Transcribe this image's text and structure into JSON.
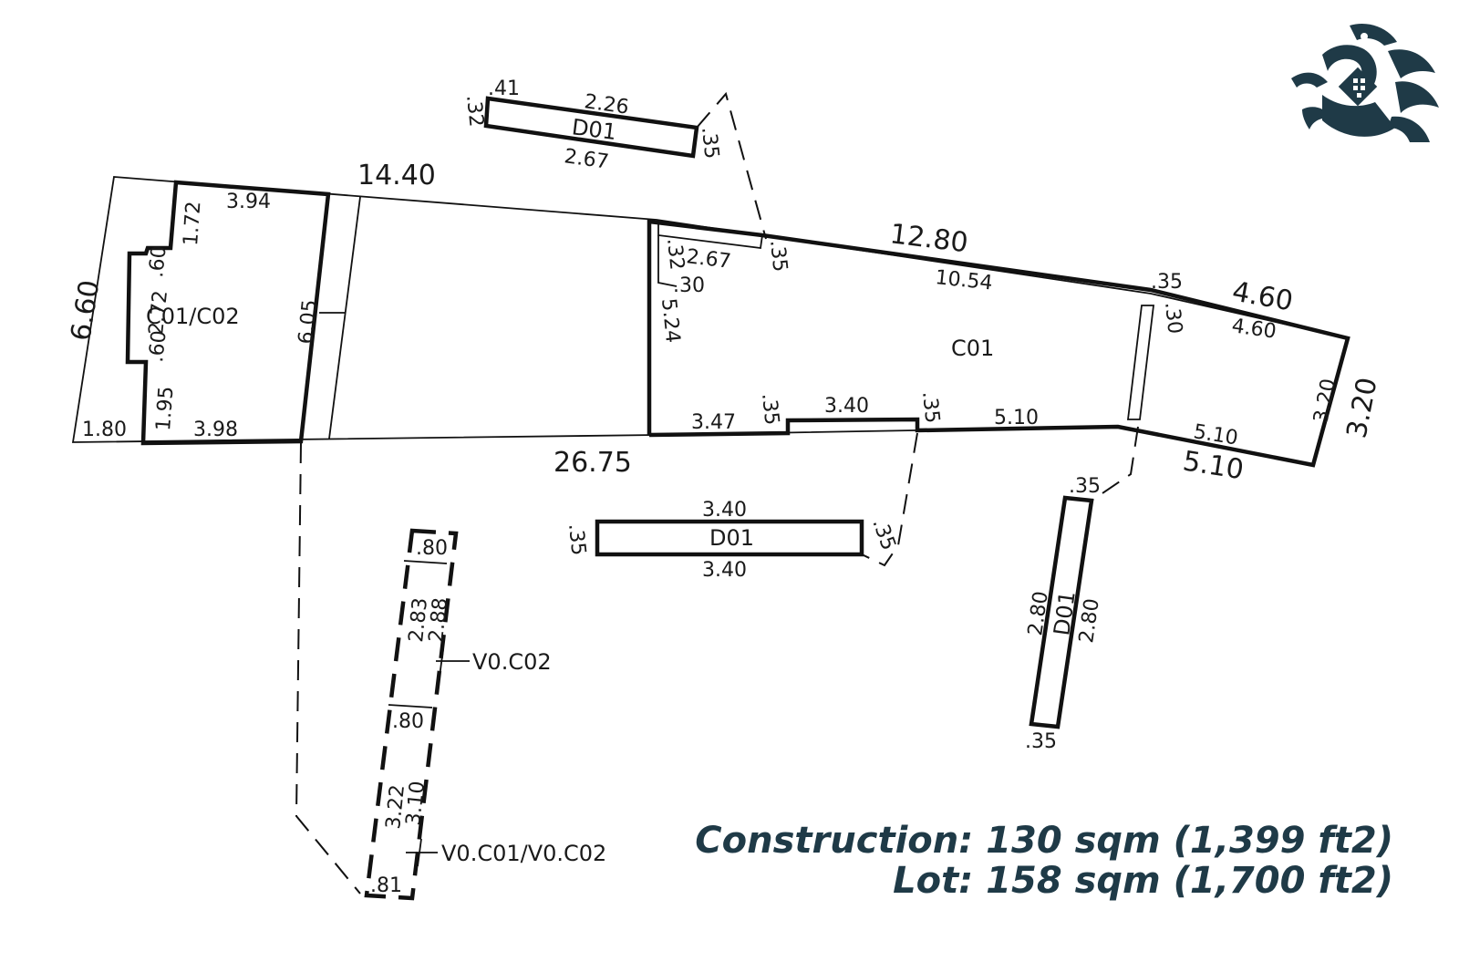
{
  "colors": {
    "brand": "#1f3a47",
    "line": "#111111"
  },
  "logo": {
    "icon": "bird-emblem-icon"
  },
  "summary": {
    "construction": "Construction: 130 sqm (1,399 ft2)",
    "lot": "Lot: 158 sqm (1,700 ft2)"
  },
  "rooms": {
    "c01_c02": "C01/C02",
    "c01": "C01",
    "d01_top": "D01",
    "d01_mid": "D01",
    "d01_right": "D01",
    "vo_c02": "V0.C02",
    "vo_c01_c02": "V0.C01/V0.C02"
  },
  "dims": {
    "d_6_60": "6.60",
    "d_14_40": "14.40",
    "d_12_80": "12.80",
    "d_26_75": "26.75",
    "d_4_60_outer": "4.60",
    "d_4_60_inner": "4.60",
    "d_3_20_outer": "3.20",
    "d_3_20_inner": "3.20",
    "d_5_10_outer": "5.10",
    "d_5_10_inner": "5.10",
    "d_5_10_mid": "5.10",
    "d_3_94": "3.94",
    "d_1_72": "1.72",
    "d_60_a": ".60",
    "d_2_72": "2.72",
    "d_60_b": ".60",
    "d_1_95": "1.95",
    "d_1_80": "1.80",
    "d_3_98": "3.98",
    "d_6_05": "6.05",
    "d_10_54": "10.54",
    "d_2_67_wall": "2.67",
    "d_32_wall": ".32",
    "d_30_wall": ".30",
    "d_35_wall": ".35",
    "d_5_24": "5.24",
    "d_35_top_right": ".35",
    "d_30_right": ".30",
    "d_3_47": "3.47",
    "d_35_low_a": ".35",
    "d_3_40_low": "3.40",
    "d_35_low_b": ".35",
    "d_41": ".41",
    "d_2_26": "2.26",
    "d_32_top": ".32",
    "d_2_67_top": "2.67",
    "d_35_top": ".35",
    "d_3_40_a": "3.40",
    "d_3_40_b": "3.40",
    "d_35_mid_l": ".35",
    "d_35_mid_r": ".35",
    "d_35_right_top": ".35",
    "d_2_80_a": "2.80",
    "d_2_80_b": "2.80",
    "d_35_right_bot": ".35",
    "d_80_a": ".80",
    "d_2_83": "2.83",
    "d_2_88": "2.88",
    "d_80_b": ".80",
    "d_3_22": "3.22",
    "d_3_10": "3.10",
    "d_81": ".81"
  }
}
